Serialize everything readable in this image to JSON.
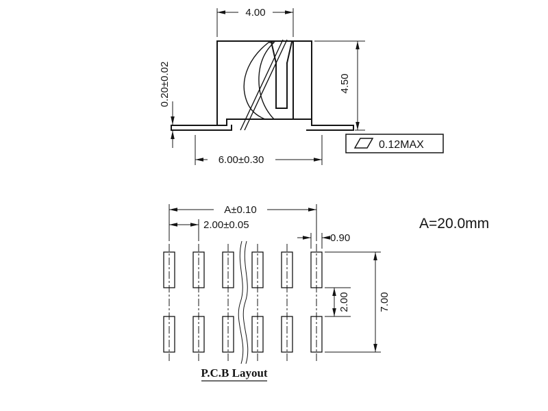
{
  "sheet": {
    "background": "#ffffff",
    "line_color": "#141414"
  },
  "cross_section": {
    "dim_top_width": "4.00",
    "dim_lead_thickness": "0.20±0.02",
    "dim_body_height": "4.50",
    "dim_overall_width": "6.00±0.30",
    "flatness": {
      "symbol": "flatness-parallelogram",
      "value": "0.12MAX"
    }
  },
  "pcb_layout": {
    "title": "P.C.B Layout",
    "dim_overall_pitch": "A±0.10",
    "dim_pad_pitch": "2.00±0.05",
    "dim_pad_width": "0.90",
    "dim_row_gap": "2.00",
    "dim_pattern_height": "7.00",
    "note": "A=20.0mm",
    "pads": {
      "rows": 2,
      "columns": 6
    }
  }
}
